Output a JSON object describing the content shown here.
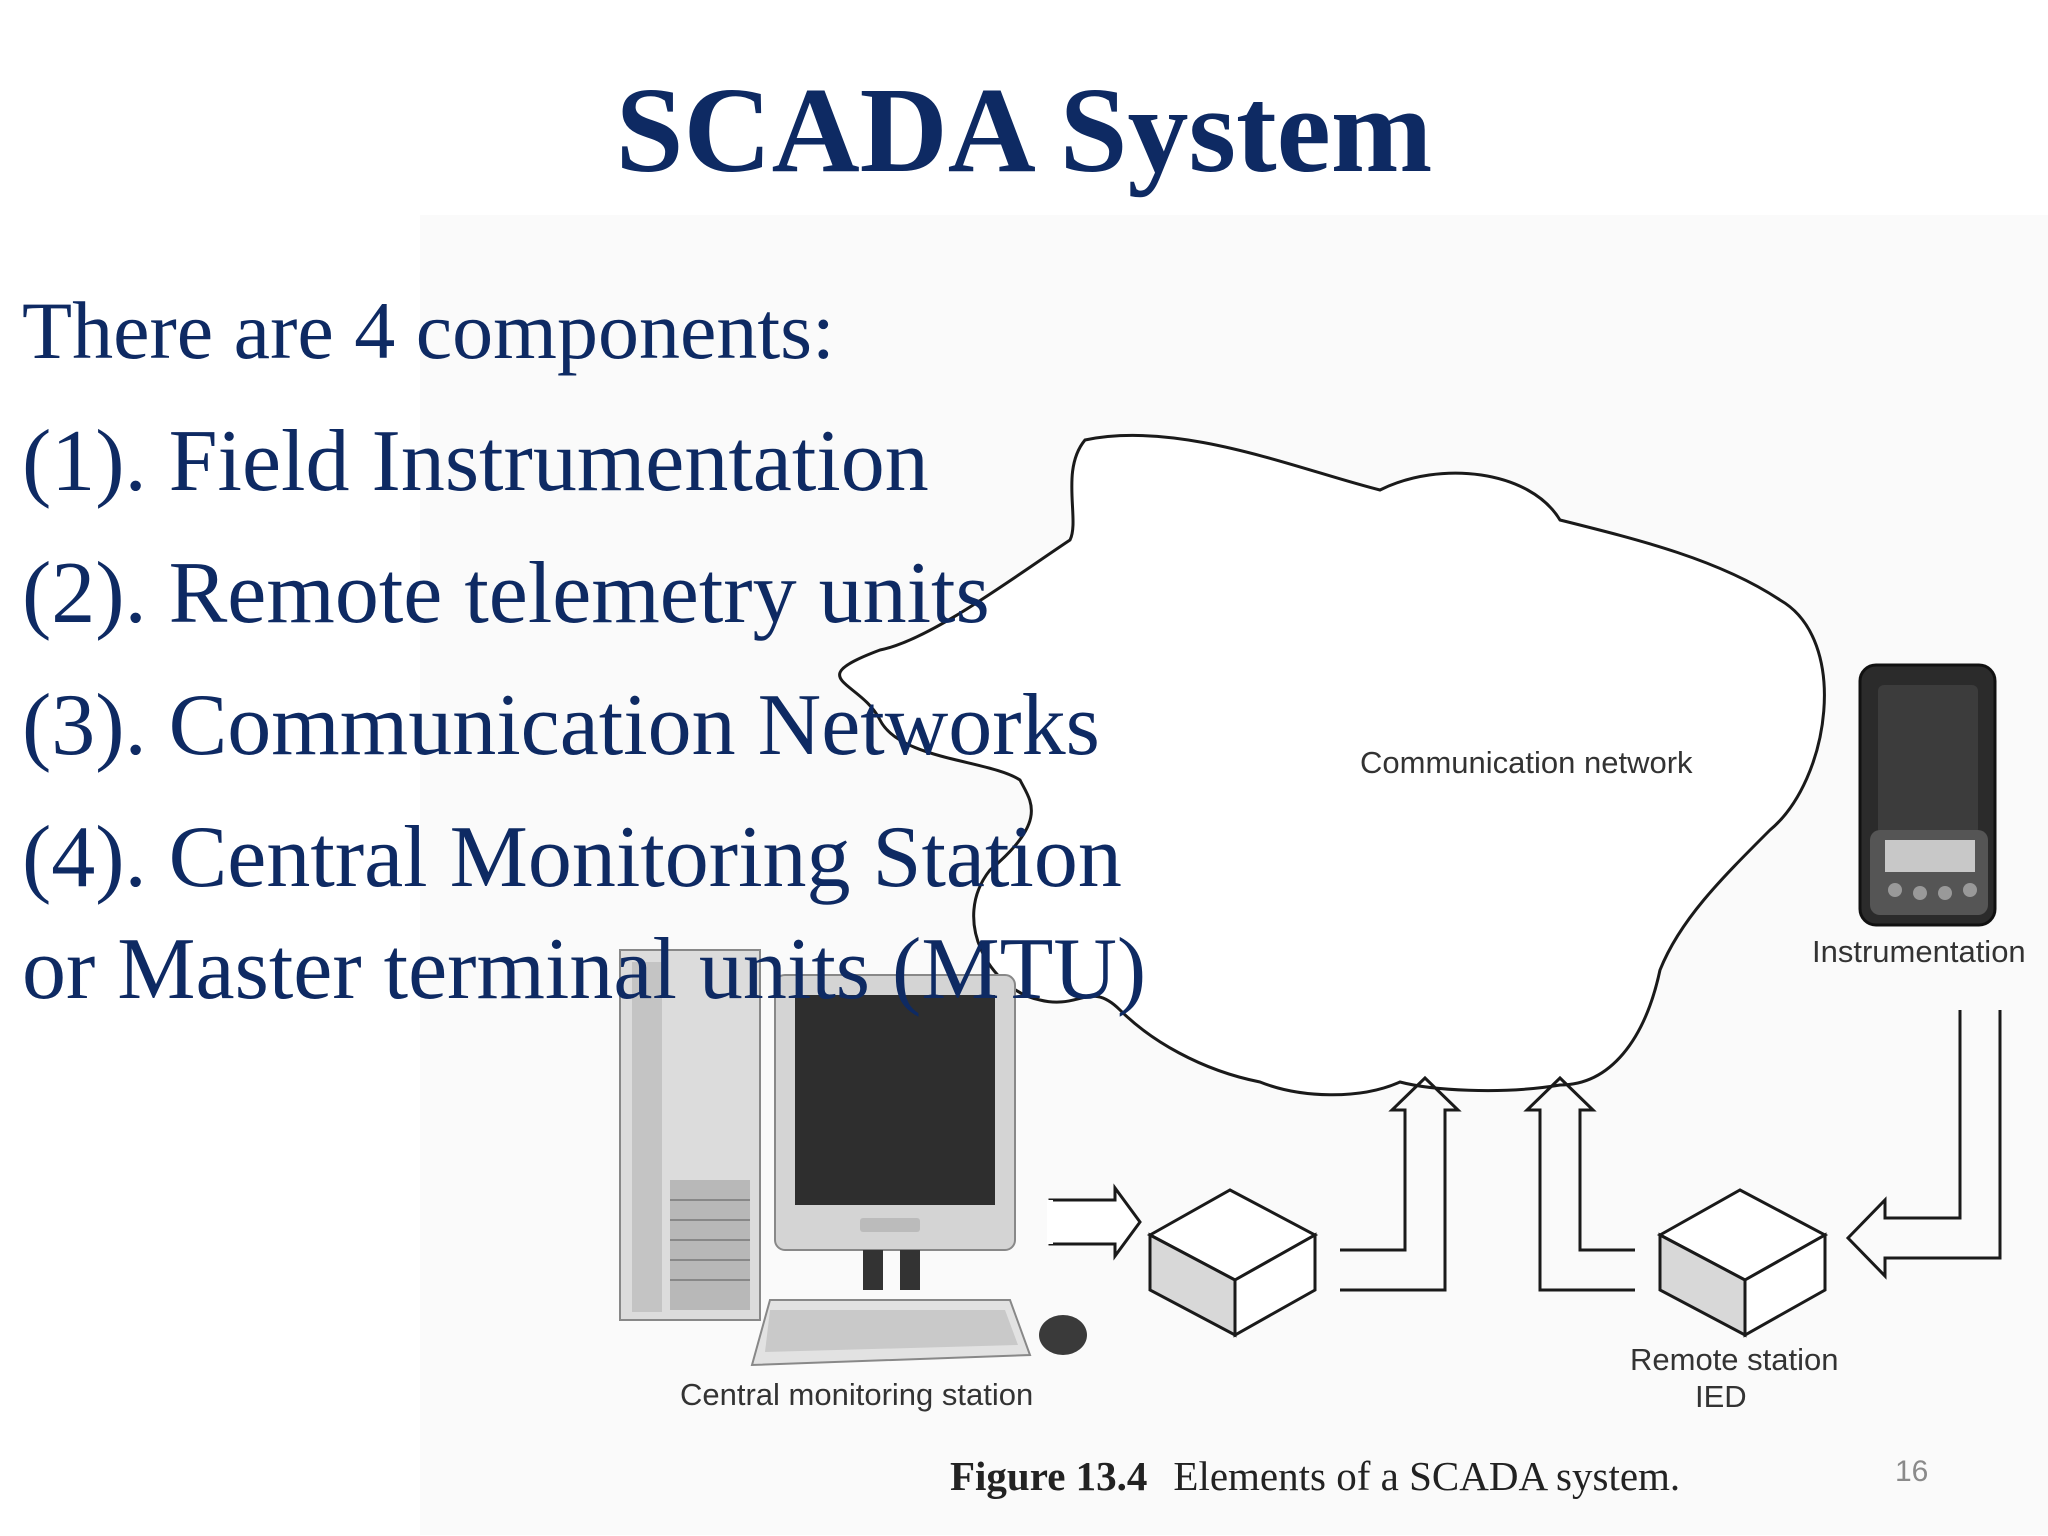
{
  "slide": {
    "title": "SCADA System",
    "intro": "There are 4 components:",
    "items": [
      "(1). Field Instrumentation",
      "(2). Remote telemetry units",
      "(3). Communication Networks",
      "(4). Central Monitoring Station",
      "or Master terminal units (MTU)"
    ],
    "page_number": "16"
  },
  "figure": {
    "cloud_label": "Communication network",
    "instrumentation_label": "Instrumentation",
    "central_label": "Central monitoring station",
    "remote_label_1": "Remote station",
    "remote_label_2": "IED",
    "caption_number": "Figure 13.4",
    "caption_text": "Elements of a SCADA system."
  },
  "colors": {
    "title": "#0e2a63",
    "body_text": "#0e2a63",
    "diagram_line": "#1a1a1a"
  }
}
